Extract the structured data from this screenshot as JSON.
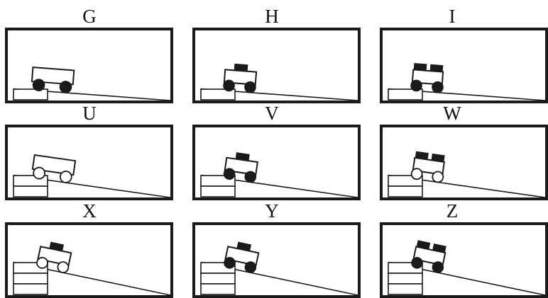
{
  "panels": [
    {
      "label": "G",
      "blocks": 1,
      "masses": 0,
      "wheels": "dark"
    },
    {
      "label": "H",
      "blocks": 1,
      "masses": 1,
      "wheels": "dark"
    },
    {
      "label": "I",
      "blocks": 1,
      "masses": 2,
      "wheels": "dark"
    },
    {
      "label": "U",
      "blocks": 2,
      "masses": 0,
      "wheels": "light"
    },
    {
      "label": "V",
      "blocks": 2,
      "masses": 1,
      "wheels": "dark"
    },
    {
      "label": "W",
      "blocks": 2,
      "masses": 2,
      "wheels": "light"
    },
    {
      "label": "X",
      "blocks": 3,
      "masses": 1,
      "wheels": "light"
    },
    {
      "label": "Y",
      "blocks": 3,
      "masses": 1,
      "wheels": "dark"
    },
    {
      "label": "Z",
      "blocks": 3,
      "masses": 2,
      "wheels": "dark"
    }
  ]
}
